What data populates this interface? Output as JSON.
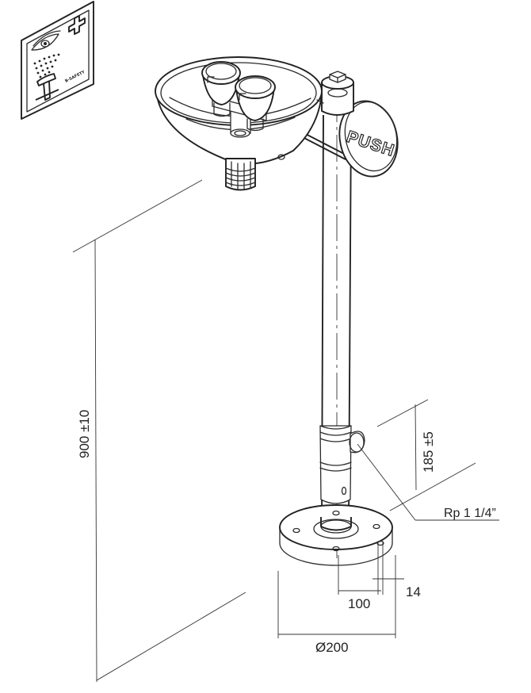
{
  "labels": {
    "push": "PUSH",
    "brand": "B-SAFETY"
  },
  "dimensions": {
    "height": "900 ±10",
    "outlet_height": "185 ±5",
    "connection": "Rp 1 1/4”",
    "hole_spacing": "100",
    "hole_diameter": "14",
    "base_diameter": "Ø200"
  },
  "colors": {
    "line": "#2b2b2b",
    "background": "#ffffff"
  },
  "icons": {
    "safety_sign": "eyewash-sign-icon"
  }
}
